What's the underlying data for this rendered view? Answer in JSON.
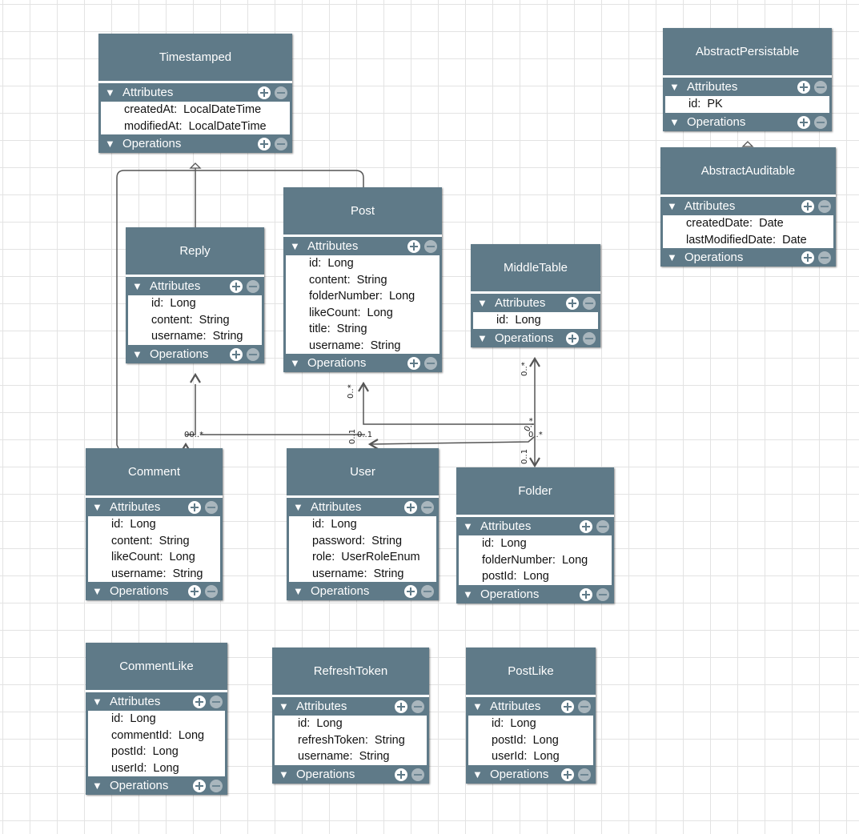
{
  "labels": {
    "attributes": "Attributes",
    "operations": "Operations",
    "separator": ":  "
  },
  "colors": {
    "class_fill": "#5f7a88",
    "grid": "#e3e3e3",
    "edge": "#555555"
  },
  "classes": [
    {
      "id": "timestamped",
      "name": "Timestamped",
      "attributes": [
        {
          "name": "createdAt",
          "type": "LocalDateTime"
        },
        {
          "name": "modifiedAt",
          "type": "LocalDateTime"
        }
      ]
    },
    {
      "id": "abstractpersistable",
      "name": "AbstractPersistable",
      "attributes": [
        {
          "name": "id",
          "type": "PK"
        }
      ]
    },
    {
      "id": "abstractauditable",
      "name": "AbstractAuditable",
      "attributes": [
        {
          "name": "createdDate",
          "type": "Date"
        },
        {
          "name": "lastModifiedDate",
          "type": "Date"
        }
      ]
    },
    {
      "id": "reply",
      "name": "Reply",
      "attributes": [
        {
          "name": "id",
          "type": "Long"
        },
        {
          "name": "content",
          "type": "String"
        },
        {
          "name": "username",
          "type": "String"
        }
      ]
    },
    {
      "id": "post",
      "name": "Post",
      "attributes": [
        {
          "name": "id",
          "type": "Long"
        },
        {
          "name": "content",
          "type": "String"
        },
        {
          "name": "folderNumber",
          "type": "Long"
        },
        {
          "name": "likeCount",
          "type": "Long"
        },
        {
          "name": "title",
          "type": "String"
        },
        {
          "name": "username",
          "type": "String"
        }
      ]
    },
    {
      "id": "middletable",
      "name": "MiddleTable",
      "attributes": [
        {
          "name": "id",
          "type": "Long"
        }
      ]
    },
    {
      "id": "comment",
      "name": "Comment",
      "attributes": [
        {
          "name": "id",
          "type": "Long"
        },
        {
          "name": "content",
          "type": "String"
        },
        {
          "name": "likeCount",
          "type": "Long"
        },
        {
          "name": "username",
          "type": "String"
        }
      ]
    },
    {
      "id": "user",
      "name": "User",
      "attributes": [
        {
          "name": "id",
          "type": "Long"
        },
        {
          "name": "password",
          "type": "String"
        },
        {
          "name": "role",
          "type": "UserRoleEnum"
        },
        {
          "name": "username",
          "type": "String"
        }
      ]
    },
    {
      "id": "folder",
      "name": "Folder",
      "attributes": [
        {
          "name": "id",
          "type": "Long"
        },
        {
          "name": "folderNumber",
          "type": "Long"
        },
        {
          "name": "postId",
          "type": "Long"
        }
      ]
    },
    {
      "id": "commentlike",
      "name": "CommentLike",
      "attributes": [
        {
          "name": "id",
          "type": "Long"
        },
        {
          "name": "commentId",
          "type": "Long"
        },
        {
          "name": "postId",
          "type": "Long"
        },
        {
          "name": "userId",
          "type": "Long"
        }
      ]
    },
    {
      "id": "refreshtoken",
      "name": "RefreshToken",
      "attributes": [
        {
          "name": "id",
          "type": "Long"
        },
        {
          "name": "refreshToken",
          "type": "String"
        },
        {
          "name": "username",
          "type": "String"
        }
      ]
    },
    {
      "id": "postlike",
      "name": "PostLike",
      "attributes": [
        {
          "name": "id",
          "type": "Long"
        },
        {
          "name": "postId",
          "type": "Long"
        },
        {
          "name": "userId",
          "type": "Long"
        }
      ]
    }
  ],
  "multiplicities": {
    "comment_reply": "00..*",
    "post_at_user": "0..*",
    "user_from_post": "0..1",
    "user_from_comment": "0..1",
    "middle_from_post": "0..*",
    "middle_top": "0..*",
    "middle_right": "0..*",
    "folder_top": "0..1"
  }
}
